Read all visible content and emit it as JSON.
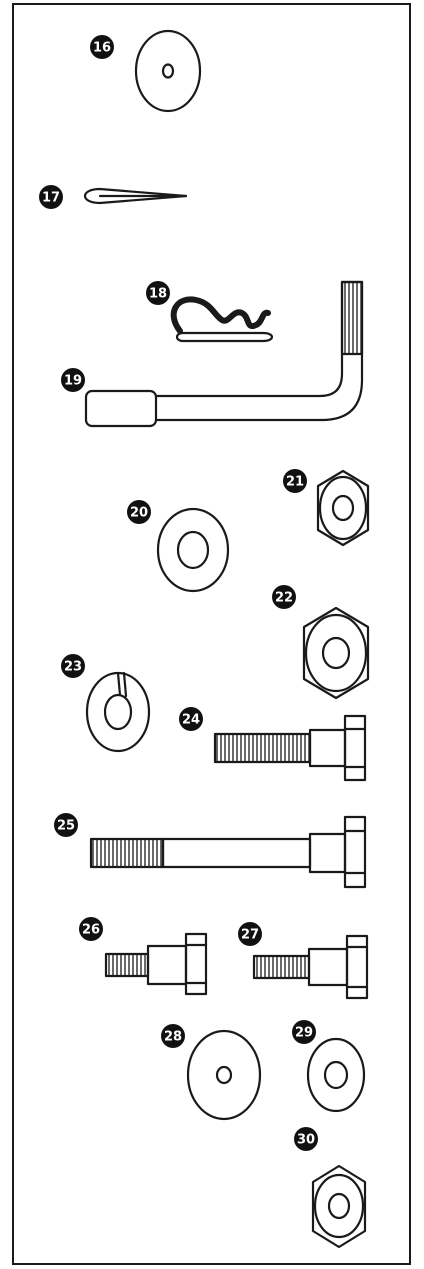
{
  "colors": {
    "ink": "#1a1a1a",
    "paper": "#ffffff",
    "badge": "#111111"
  },
  "parts": [
    {
      "number": "16",
      "icon": "flat-washer-small-hole-icon"
    },
    {
      "number": "17",
      "icon": "cotter-pin-icon"
    },
    {
      "number": "18",
      "icon": "hair-pin-clip-icon"
    },
    {
      "number": "19",
      "icon": "l-handle-bolt-icon"
    },
    {
      "number": "20",
      "icon": "flat-washer-icon"
    },
    {
      "number": "21",
      "icon": "hex-nut-small-icon"
    },
    {
      "number": "22",
      "icon": "hex-nut-large-icon"
    },
    {
      "number": "23",
      "icon": "split-lock-washer-icon"
    },
    {
      "number": "24",
      "icon": "hex-bolt-medium-icon"
    },
    {
      "number": "25",
      "icon": "hex-bolt-long-icon"
    },
    {
      "number": "26",
      "icon": "shoulder-bolt-short-icon"
    },
    {
      "number": "27",
      "icon": "hex-bolt-short-icon"
    },
    {
      "number": "28",
      "icon": "fender-washer-icon"
    },
    {
      "number": "29",
      "icon": "flat-washer-small-icon"
    },
    {
      "number": "30",
      "icon": "hex-nut-icon"
    }
  ]
}
